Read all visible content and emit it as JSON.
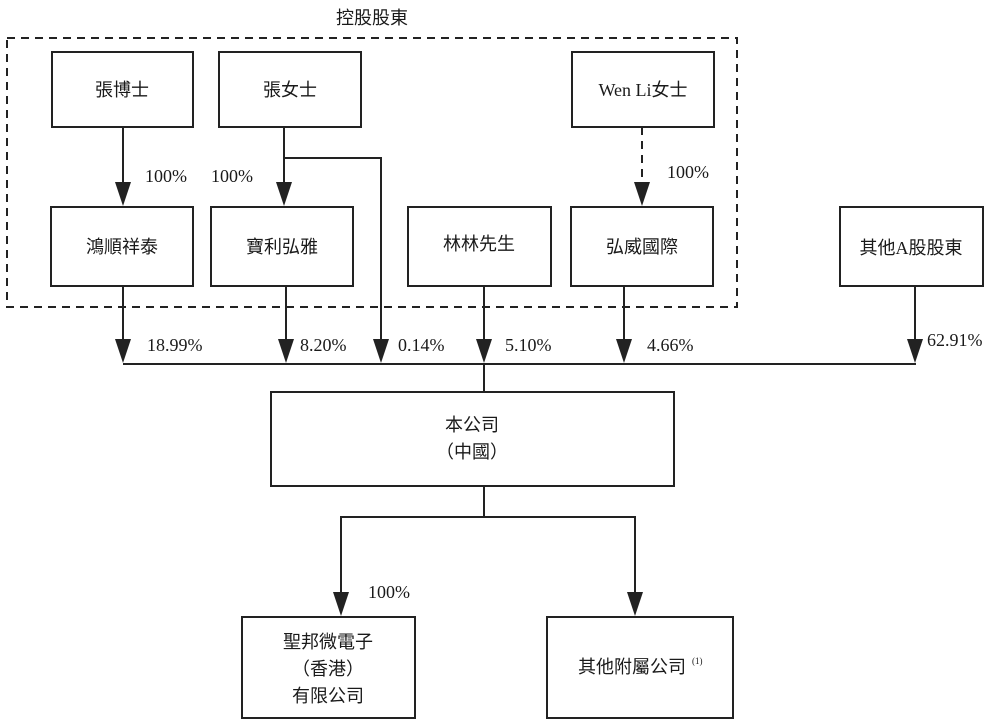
{
  "group_label": "控股股東",
  "nodes": {
    "dr_zhang": "張博士",
    "ms_zhang": "張女士",
    "wen_li": "Wen Li女士",
    "hongshun": "鴻順祥泰",
    "baoli": "寶利弘雅",
    "linlin": "林林先生",
    "hongwei": "弘威國際",
    "other_a": "其他A股股東",
    "company_line1": "本公司",
    "company_line2": "（中國）",
    "hk_line1": "聖邦微電子",
    "hk_line2": "（香港）",
    "hk_line3": "有限公司",
    "other_subs": "其他附屬公司",
    "other_subs_note": "(1)"
  },
  "edges": {
    "dr_zhang_to_hongshun": "100%",
    "ms_zhang_to_baoli": "100%",
    "wen_li_to_hongwei": "100%",
    "hongshun_to_company": "18.99%",
    "baoli_to_company": "8.20%",
    "ms_zhang_to_company": "0.14%",
    "linlin_to_company": "5.10%",
    "hongwei_to_company": "4.66%",
    "other_a_to_company": "62.91%",
    "company_to_hk": "100%"
  },
  "wen_li_link_style": "dashed"
}
